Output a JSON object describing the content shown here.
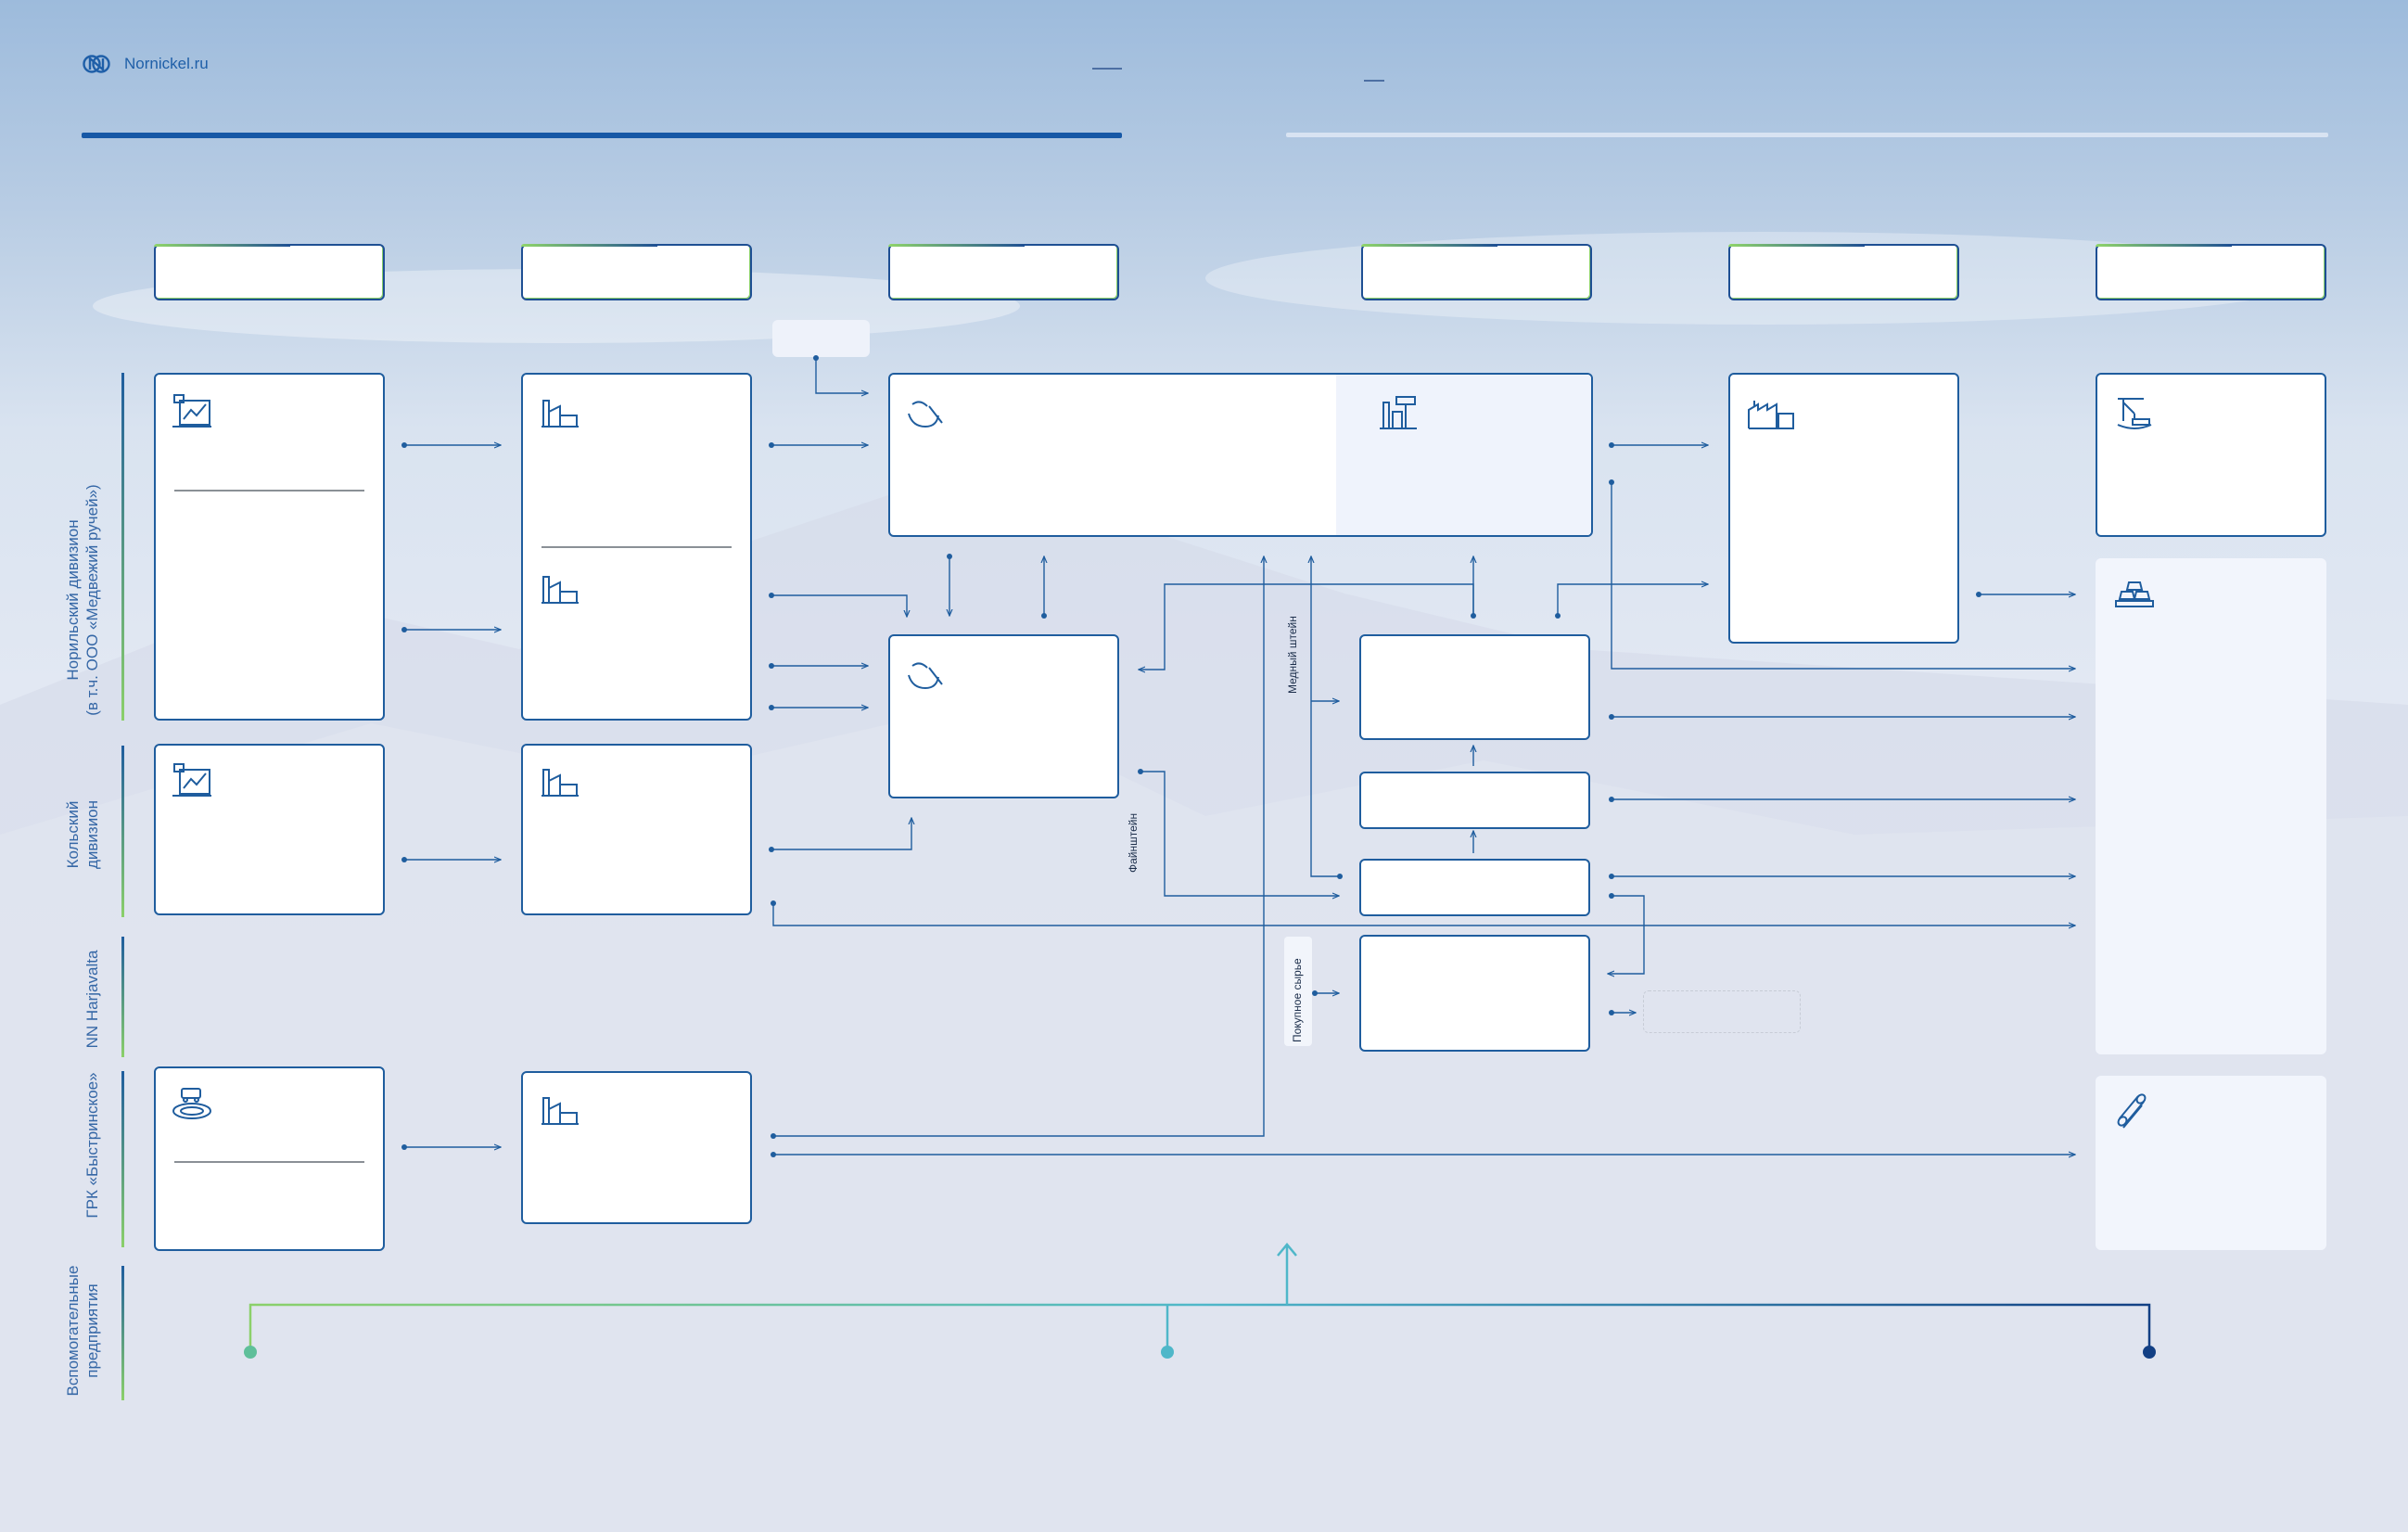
{
  "header": {
    "site": "Nornickel.ru"
  },
  "side_labels": [
    {
      "id": "norilsk",
      "lines": [
        "Норильский дивизион",
        "(в т.ч. ООО «Медвежий ручей»)"
      ]
    },
    {
      "id": "kola",
      "lines": [
        "Кольский",
        "дивизион"
      ]
    },
    {
      "id": "harjavalta",
      "lines": [
        "NN Harjavalta"
      ]
    },
    {
      "id": "bystrinskoye",
      "lines": [
        "ГРК «Быстринское»"
      ]
    },
    {
      "id": "auxiliary",
      "lines": [
        "Вспомогательные",
        "предприятия"
      ]
    }
  ],
  "flow_labels": {
    "copper_matte": "Медный штейн",
    "fine_matte": "Файнштейн",
    "purchased_raw": "Покупное сырье"
  },
  "colors": {
    "primary": "#1658a6",
    "connector": "#1f5d9e",
    "accent_green": "#8bd06a",
    "dot_green": "#5fbf9a",
    "dot_teal": "#4fb7c9",
    "dot_navy": "#123f84"
  },
  "icons": {
    "mining": "mine-scheme-icon",
    "concentrating": "plant-conveyor-icon",
    "smelting": "smelter-ladle-icon",
    "refining": "refinery-icon",
    "metallurgy": "factory-icon",
    "logistics": "port-crane-icon",
    "metals": "ingots-icon",
    "pipes": "pipes-icon",
    "open_pit": "open-pit-excavator-icon"
  }
}
